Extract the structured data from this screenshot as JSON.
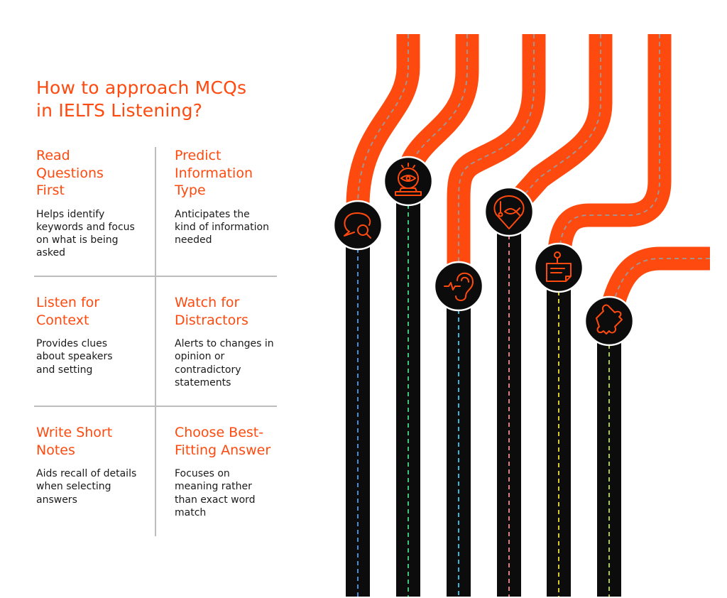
{
  "title": {
    "line1": "How to approach MCQs",
    "line2": "in IELTS Listening?"
  },
  "steps": [
    {
      "heading": "Read Questions First",
      "description": "Helps identify keywords and focus on what is being asked",
      "icon": "speech-bubble-search-icon",
      "dash_color": "#4a9cf0"
    },
    {
      "heading": "Predict Information Type",
      "description": "Anticipates the kind of information needed",
      "icon": "crystal-ball-eye-icon",
      "dash_color": "#3fd88a"
    },
    {
      "heading": "Listen for Context",
      "description": "Provides clues about speakers and setting",
      "icon": "ear-sound-icon",
      "dash_color": "#3cc8f0"
    },
    {
      "heading": "Watch for Distractors",
      "description": "Alerts to changes in opinion or contradictory statements",
      "icon": "fish-hook-eye-icon",
      "dash_color": "#f08a8a"
    },
    {
      "heading": "Write Short Notes",
      "description": "Aids recall of details when selecting answers",
      "icon": "pinned-note-icon",
      "dash_color": "#f0e030"
    },
    {
      "heading": "Choose Best-Fitting Answer",
      "description": "Focuses on meaning rather than exact word match",
      "icon": "puzzle-piece-icon",
      "dash_color": "#b8e040"
    }
  ],
  "colors": {
    "accent": "#ff4a0f",
    "road_dark": "#0c0c0c",
    "divider": "#bdbdbd"
  }
}
